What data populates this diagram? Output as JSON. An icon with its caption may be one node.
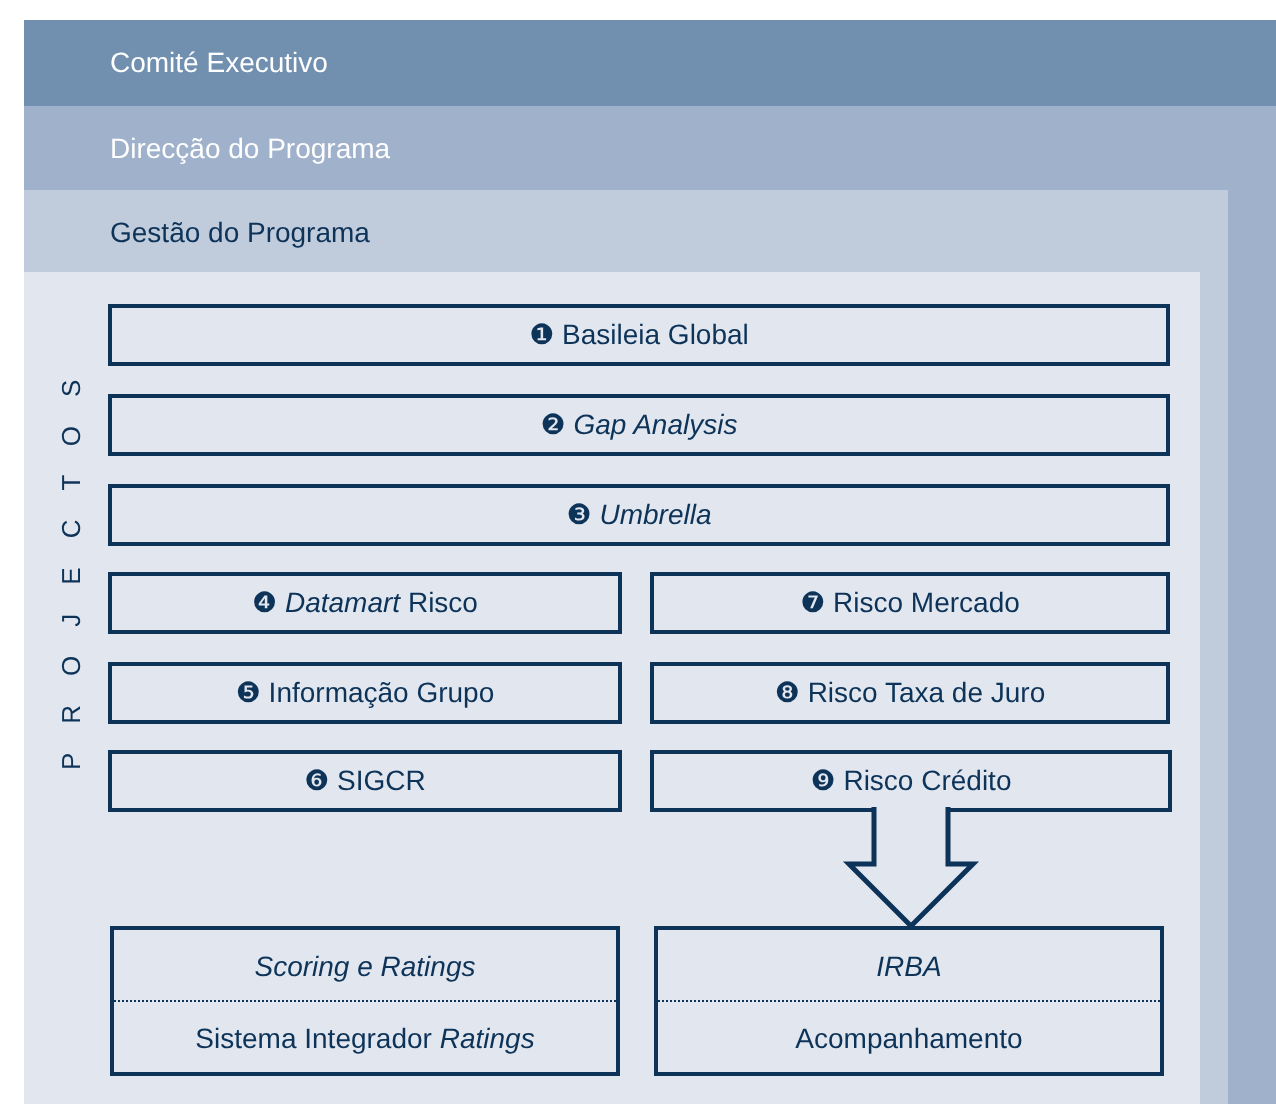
{
  "diagram": {
    "nodes": [
      {
        "text": [
          "Comité Executivo"
        ]
      },
      {
        "text": [
          "Direcção do Programa"
        ],
        "in": 0
      },
      {
        "text": [
          "Gestão do Programa"
        ],
        "in": 1
      },
      {
        "text": [
          "PROJECTOS"
        ],
        "in": 2
      },
      {
        "text": [
          "❶ Basileia Global"
        ],
        "in": 3
      },
      {
        "text": [
          "❷ *Gap Analysis*"
        ],
        "in": 3
      },
      {
        "text": [
          "❸ *Umbrella*"
        ],
        "in": 3
      },
      {
        "text": [
          "❹ *Datamart* Risco"
        ],
        "in": 3
      },
      {
        "text": [
          "❼ Risco Mercado"
        ],
        "in": 3
      },
      {
        "text": [
          "❺ Informação Grupo"
        ],
        "in": 3
      },
      {
        "text": [
          "❽ Risco Taxa de Juro"
        ],
        "in": 3
      },
      {
        "text": [
          "❻ SIGCR"
        ],
        "in": 3
      },
      {
        "text": [
          "❾ Risco Crédito"
        ],
        "in": 3
      },
      {
        "text": [
          "Scoring e Ratings",
          "Sistema Integrador *Ratings*"
        ],
        "in": 3
      },
      {
        "text": [
          "IRBA",
          "Acompanhamento"
        ],
        "in": 3
      }
    ],
    "edges": [
      {
        "from": 12,
        "to": 14,
        "arrow": "to"
      }
    ]
  }
}
